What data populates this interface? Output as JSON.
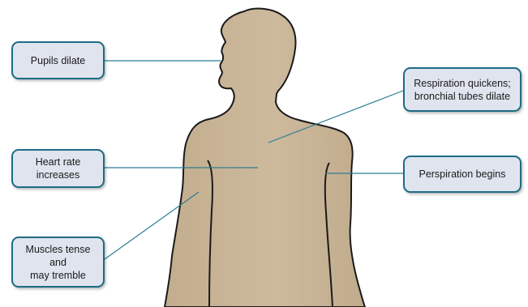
{
  "colors": {
    "skin": "#c8b496",
    "outline": "#1a1a1a",
    "leader_line": "#2b7d93",
    "box_fill": "#dfe4ee",
    "box_border": "#1e6c84"
  },
  "labels": {
    "pupils": "Pupils dilate",
    "heart": "Heart rate\nincreases",
    "muscles": "Muscles tense\nand\nmay tremble",
    "respiration": "Respiration quickens;\nbronchial tubes dilate",
    "perspiration": "Perspiration begins"
  }
}
